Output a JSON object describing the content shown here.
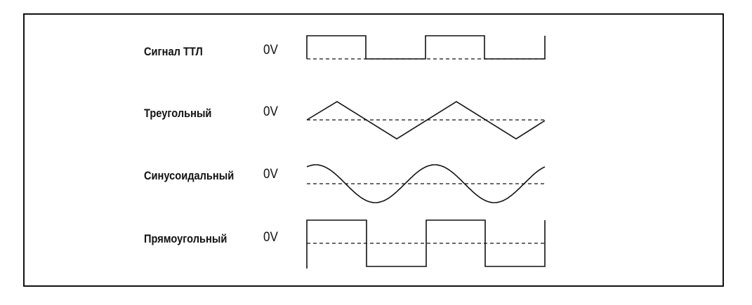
{
  "zero_label": "0V",
  "signals": [
    {
      "id": "ttl",
      "label": "Сигнал ТТЛ",
      "waveform": "ttl"
    },
    {
      "id": "triangle",
      "label": "Треугольный",
      "waveform": "triangle"
    },
    {
      "id": "sine",
      "label": "Синусоидальный",
      "waveform": "sine"
    },
    {
      "id": "square",
      "label": "Прямоугольный",
      "waveform": "square"
    }
  ],
  "cycles": 2,
  "colors": {
    "line": "#111111",
    "background": "#ffffff"
  }
}
